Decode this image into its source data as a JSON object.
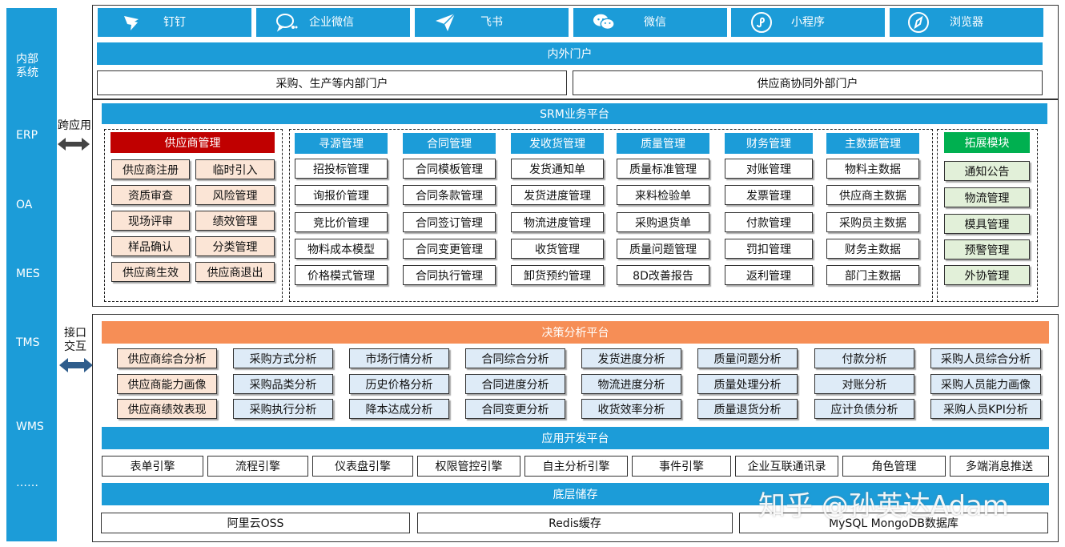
{
  "sidebar": {
    "items": [
      "内部\n系统",
      "ERP",
      "OA",
      "MES",
      "TMS",
      "WMS",
      "……"
    ]
  },
  "connectors": {
    "top_label": "跨应用",
    "bottom_label": "接口\n交互"
  },
  "channels": [
    {
      "label": "钉钉",
      "icon": "dingtalk-icon"
    },
    {
      "label": "企业微信",
      "icon": "wecom-icon"
    },
    {
      "label": "飞书",
      "icon": "feishu-icon"
    },
    {
      "label": "微信",
      "icon": "wechat-icon"
    },
    {
      "label": "小程序",
      "icon": "miniprogram-icon"
    },
    {
      "label": "浏览器",
      "icon": "browser-icon"
    }
  ],
  "portal": {
    "title": "内外门户",
    "internal": "采购、生产等内部门户",
    "external": "供应商协同外部门户"
  },
  "srm": {
    "title": "SRM业务平台",
    "supplier": {
      "title": "供应商管理",
      "items": [
        "供应商注册",
        "临时引入",
        "资质审查",
        "风险管理",
        "现场评审",
        "绩效管理",
        "样品确认",
        "分类管理",
        "供应商生效",
        "供应商退出"
      ]
    },
    "modules": [
      {
        "title": "寻源管理",
        "items": [
          "招投标管理",
          "询报价管理",
          "竞比价管理",
          "物料成本模型",
          "价格模式管理"
        ]
      },
      {
        "title": "合同管理",
        "items": [
          "合同模板管理",
          "合同条款管理",
          "合同签订管理",
          "合同变更管理",
          "合同执行管理"
        ]
      },
      {
        "title": "发收货管理",
        "items": [
          "发货通知单",
          "发货进度管理",
          "物流进度管理",
          "收货管理",
          "卸货预约管理"
        ]
      },
      {
        "title": "质量管理",
        "items": [
          "质量标准管理",
          "来料检验单",
          "采购退货单",
          "质量问题管理",
          "8D改善报告"
        ]
      },
      {
        "title": "财务管理",
        "items": [
          "对账管理",
          "发票管理",
          "付款管理",
          "罚扣管理",
          "返利管理"
        ]
      },
      {
        "title": "主数据管理",
        "items": [
          "物料主数据",
          "供应商主数据",
          "采购员主数据",
          "财务主数据",
          "部门主数据"
        ]
      }
    ],
    "extension": {
      "title": "拓展模块",
      "items": [
        "通知公告",
        "物流管理",
        "模具管理",
        "预警管理",
        "外协管理"
      ]
    }
  },
  "decision": {
    "title": "决策分析平台",
    "rows": [
      [
        "供应商综合分析",
        "采购方式分析",
        "市场行情分析",
        "合同综合分析",
        "发货进度分析",
        "质量问题分析",
        "付款分析",
        "采购人员综合分析"
      ],
      [
        "供应商能力画像",
        "采购品类分析",
        "历史价格分析",
        "合同进度分析",
        "物流进度分析",
        "质量处理分析",
        "对账分析",
        "采购人员能力画像"
      ],
      [
        "供应商绩效表现",
        "采购执行分析",
        "降本达成分析",
        "合同变更分析",
        "收货效率分析",
        "质量退货分析",
        "应计负债分析",
        "采购人员KPI分析"
      ]
    ]
  },
  "appdev": {
    "title": "应用开发平台",
    "items": [
      "表单引擎",
      "流程引擎",
      "仪表盘引擎",
      "权限管控引擎",
      "自主分析引擎",
      "事件引擎",
      "企业互联通讯录",
      "角色管理",
      "多端消息推送"
    ]
  },
  "storage": {
    "title": "底层储存",
    "items": [
      "阿里云OSS",
      "Redis缓存",
      "MySQL MongoDB数据库"
    ]
  },
  "watermark": "知乎 @孙英达Adam",
  "colors": {
    "blue": "#1c9cd8",
    "orange": "#f68e56",
    "red": "#c00000",
    "green": "#00b050",
    "pink_cell": "#fbe5d6",
    "blue_cell": "#deebf7",
    "green_cell": "#e2f0d9"
  }
}
